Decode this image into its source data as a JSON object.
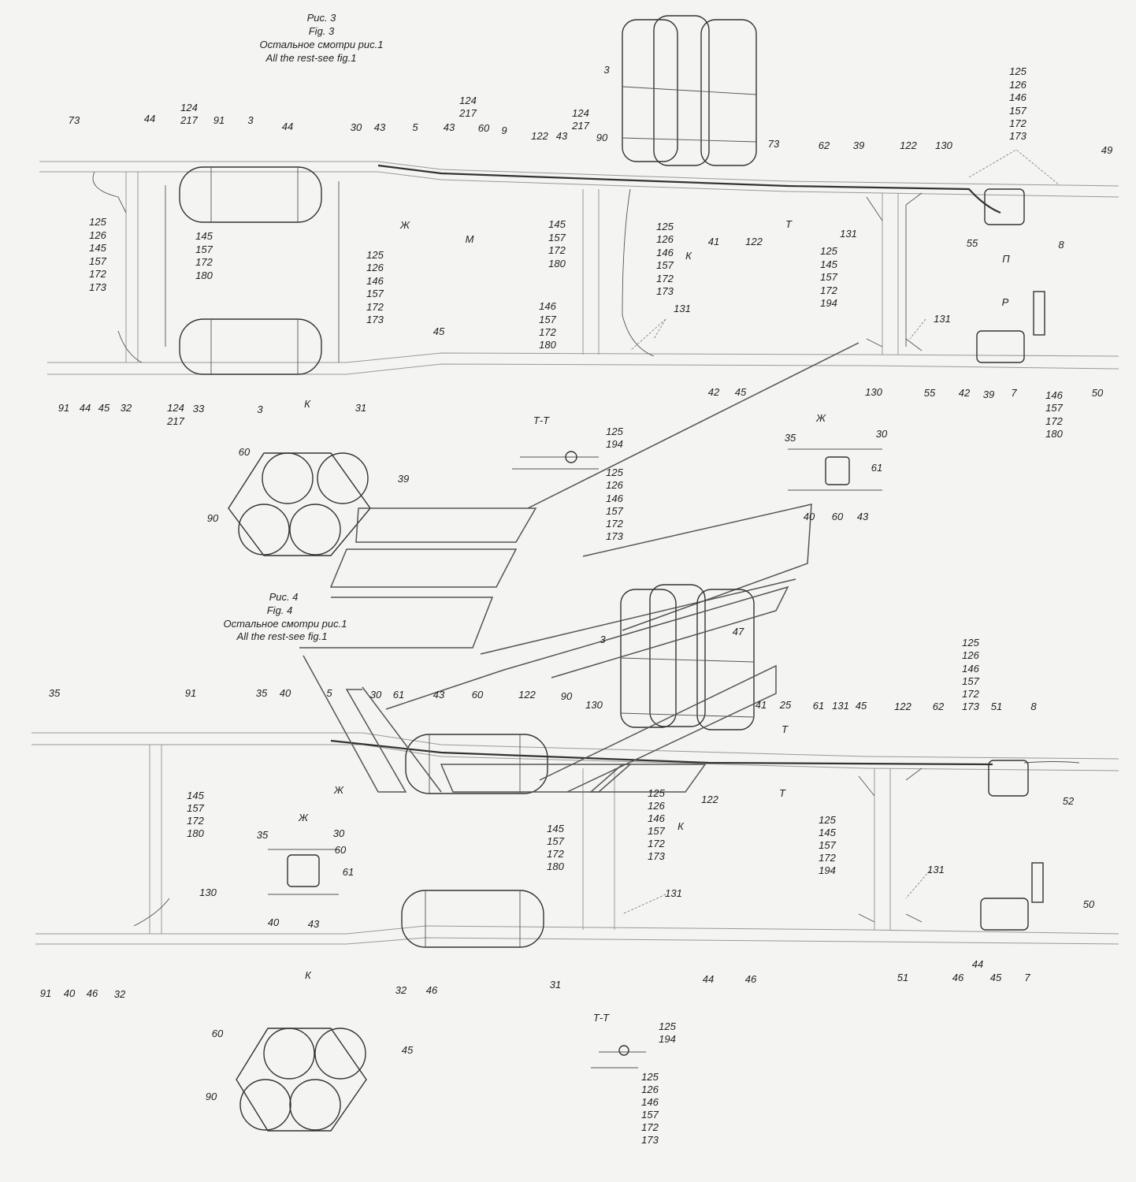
{
  "fig3": {
    "caption_ru": "Рис. 3",
    "caption_en": "Fig. 3",
    "note_ru": "Остальное смотри рис.1",
    "note_en": "All the rest-see fig.1"
  },
  "fig4": {
    "caption_ru": "Рис. 4",
    "caption_en": "Fig. 4",
    "note_ru": "Остальное смотри рис.1",
    "note_en": "All the rest-see fig.1"
  },
  "labels": [
    "73",
    "44",
    "124",
    "217",
    "91",
    "3",
    "44",
    "30",
    "43",
    "5",
    "124",
    "217",
    "43",
    "60",
    "9",
    "124",
    "217",
    "122",
    "43",
    "90",
    "3",
    "73",
    "62",
    "39",
    "122",
    "130",
    "49",
    "125",
    "126",
    "146",
    "157",
    "172",
    "173",
    "125",
    "126",
    "145",
    "157",
    "172",
    "173",
    "145",
    "157",
    "172",
    "180",
    "125",
    "126",
    "146",
    "157",
    "172",
    "173",
    "Ж",
    "М",
    "145",
    "157",
    "172",
    "180",
    "125",
    "126",
    "146",
    "157",
    "172",
    "173",
    "К",
    "41",
    "122",
    "Т",
    "131",
    "125",
    "145",
    "157",
    "172",
    "194",
    "55",
    "П",
    "8",
    "146",
    "157",
    "172",
    "180",
    "131",
    "131",
    "Р",
    "45",
    "91",
    "44",
    "45",
    "32",
    "124",
    "217",
    "33",
    "3",
    "К",
    "31",
    "42",
    "45",
    "130",
    "55",
    "42",
    "39",
    "7",
    "146",
    "157",
    "172",
    "180",
    "50",
    "Т-Т",
    "125",
    "194",
    "125",
    "126",
    "146",
    "157",
    "172",
    "173",
    "Ж",
    "35",
    "30",
    "61",
    "40",
    "60",
    "43",
    "60",
    "39",
    "90",
    "3",
    "47",
    "35",
    "91",
    "35",
    "40",
    "5",
    "30",
    "61",
    "43",
    "60",
    "122",
    "90",
    "130",
    "41",
    "25",
    "61",
    "131",
    "45",
    "122",
    "62",
    "51",
    "8",
    "125",
    "126",
    "146",
    "157",
    "172",
    "173",
    "Т",
    "145",
    "157",
    "172",
    "180",
    "Ж",
    "Т",
    "125",
    "126",
    "146",
    "157",
    "172",
    "173",
    "122",
    "К",
    "52",
    "Ж",
    "35",
    "30",
    "60",
    "61",
    "145",
    "157",
    "172",
    "180",
    "125",
    "145",
    "157",
    "172",
    "194",
    "130",
    "131",
    "131",
    "50",
    "40",
    "43",
    "К",
    "32",
    "46",
    "31",
    "44",
    "46",
    "51",
    "46",
    "45",
    "7",
    "44",
    "91",
    "40",
    "46",
    "32",
    "60",
    "45",
    "90",
    "Т-Т",
    "125",
    "194",
    "125",
    "126",
    "146",
    "157",
    "172",
    "173"
  ]
}
